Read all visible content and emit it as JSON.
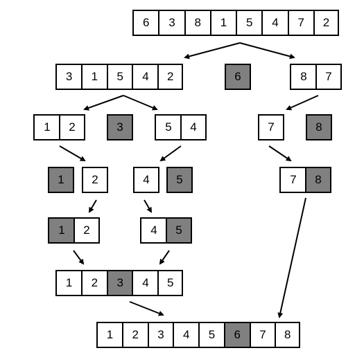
{
  "diagram": {
    "pivot_color": "#808080",
    "arrays": [
      {
        "id": "root",
        "values": [
          "6",
          "3",
          "8",
          "1",
          "5",
          "4",
          "7",
          "2"
        ],
        "pivots": []
      },
      {
        "id": "left-1",
        "values": [
          "3",
          "1",
          "5",
          "4",
          "2"
        ],
        "pivots": []
      },
      {
        "id": "pivot-6",
        "values": [
          "6"
        ],
        "pivots": [
          0
        ]
      },
      {
        "id": "right-1",
        "values": [
          "8",
          "7"
        ],
        "pivots": []
      },
      {
        "id": "left-left-2",
        "values": [
          "1",
          "2"
        ],
        "pivots": []
      },
      {
        "id": "pivot-3",
        "values": [
          "3"
        ],
        "pivots": [
          0
        ]
      },
      {
        "id": "left-right-2",
        "values": [
          "5",
          "4"
        ],
        "pivots": []
      },
      {
        "id": "right-left-2",
        "values": [
          "7"
        ],
        "pivots": []
      },
      {
        "id": "pivot-8",
        "values": [
          "8"
        ],
        "pivots": [
          0
        ]
      },
      {
        "id": "pivot-1",
        "values": [
          "1"
        ],
        "pivots": [
          0
        ]
      },
      {
        "id": "single-2",
        "values": [
          "2"
        ],
        "pivots": []
      },
      {
        "id": "single-4",
        "values": [
          "4"
        ],
        "pivots": []
      },
      {
        "id": "pivot-5",
        "values": [
          "5"
        ],
        "pivots": [
          0
        ]
      },
      {
        "id": "merged-78",
        "values": [
          "7",
          "8"
        ],
        "pivots": [
          1
        ]
      },
      {
        "id": "merged-12",
        "values": [
          "1",
          "2"
        ],
        "pivots": [
          0
        ]
      },
      {
        "id": "merged-45",
        "values": [
          "4",
          "5"
        ],
        "pivots": [
          1
        ]
      },
      {
        "id": "merged-12345",
        "values": [
          "1",
          "2",
          "3",
          "4",
          "5"
        ],
        "pivots": [
          2
        ]
      },
      {
        "id": "sorted",
        "values": [
          "1",
          "2",
          "3",
          "4",
          "5",
          "6",
          "7",
          "8"
        ],
        "pivots": [
          5
        ]
      }
    ]
  }
}
